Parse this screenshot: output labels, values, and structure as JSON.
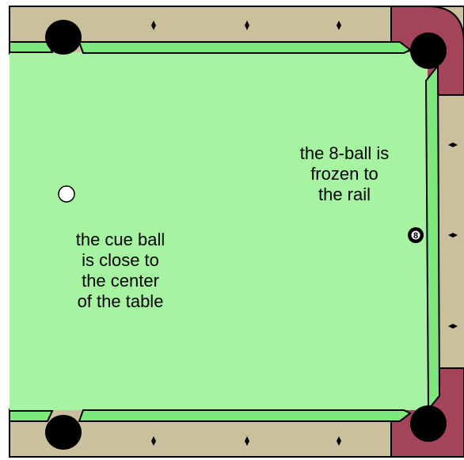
{
  "colors": {
    "felt": "#a6f3a2",
    "cushion": "#7ee87c",
    "rail": "#cbc09e",
    "corner_cap": "#a4445a",
    "pocket": "#000000",
    "cue_ball": "#ffffff",
    "eight_ball": "#000000",
    "diamond": "#000000"
  },
  "balls": {
    "cue_ball": {
      "name": "cue ball"
    },
    "eight_ball": {
      "number": "8"
    }
  },
  "annotations": {
    "eight_ball_note": [
      "the 8-ball is",
      "frozen to",
      "the rail"
    ],
    "cue_ball_note": [
      "the cue ball",
      "is close to",
      "the center",
      "of the table"
    ]
  }
}
